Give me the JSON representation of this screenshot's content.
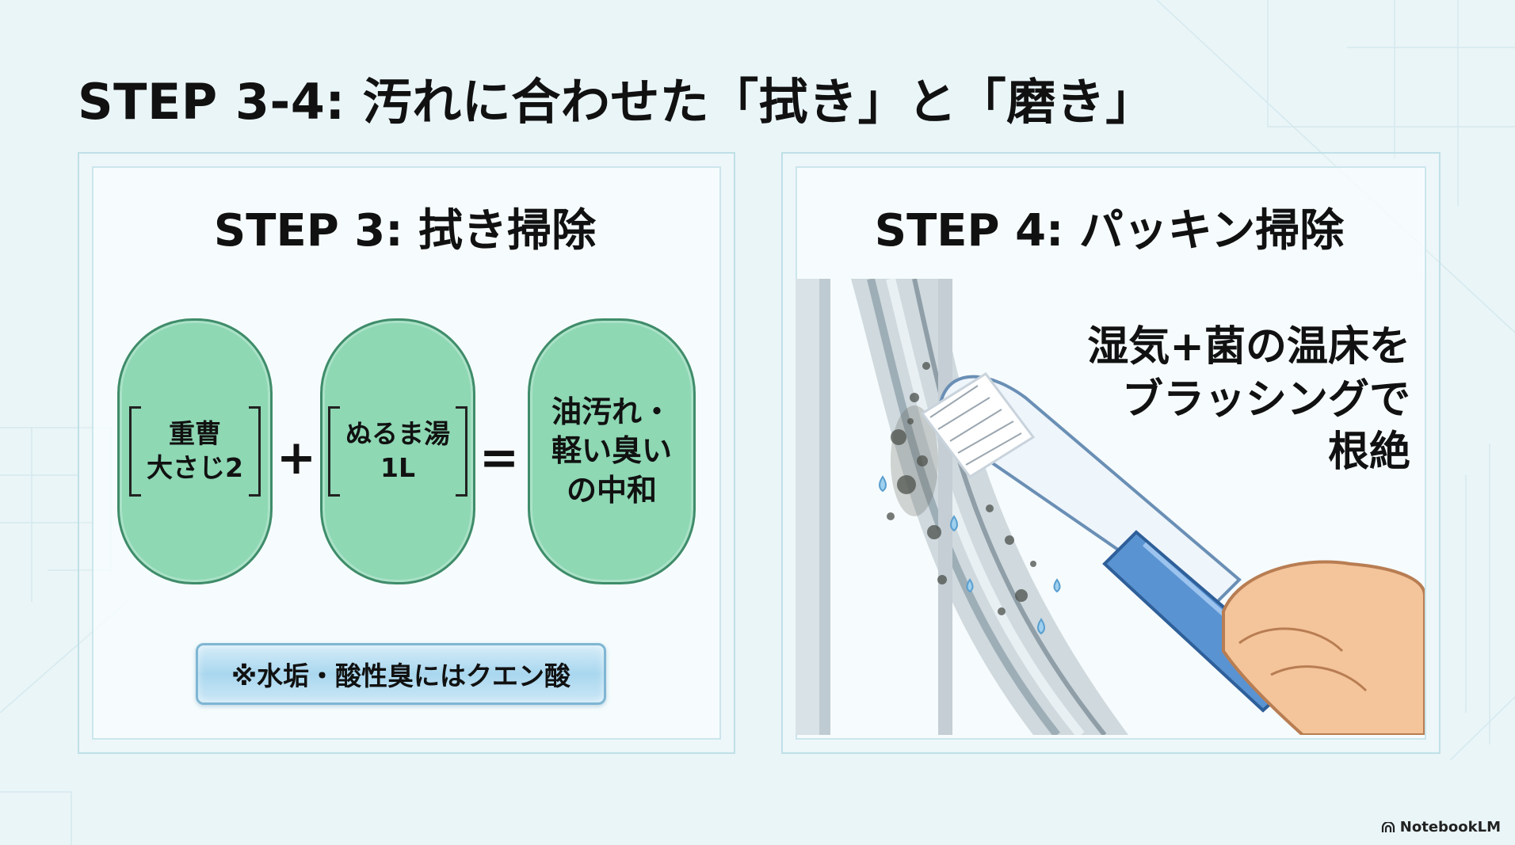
{
  "slide": {
    "title": "STEP 3-4: 汚れに合わせた「拭き」と「磨き」",
    "left_panel": {
      "title": "STEP 3: 拭き掃除",
      "pill_1": "重曹\n大さじ2",
      "plus": "+",
      "pill_2": "ぬるま湯\n1L",
      "equals": "=",
      "result": "油汚れ・\n軽い臭い\nの中和",
      "note": "※水垢・酸性臭にはクエン酸"
    },
    "right_panel": {
      "title": "STEP 4: パッキン掃除",
      "caption": "湿気+菌の温床を\nブラッシングで\n根絶"
    },
    "brand": "NotebookLM"
  },
  "colors": {
    "background": "#eaf5f8",
    "pill_fill": "#8ed8b4",
    "pill_border": "#3f8c6a",
    "note_fill": "#a9d7ef",
    "brush_handle": "#5a93d2"
  },
  "icons": [
    "notebooklm-logo-icon",
    "toothbrush-illustration",
    "door-seal-illustration",
    "hand-illustration"
  ]
}
